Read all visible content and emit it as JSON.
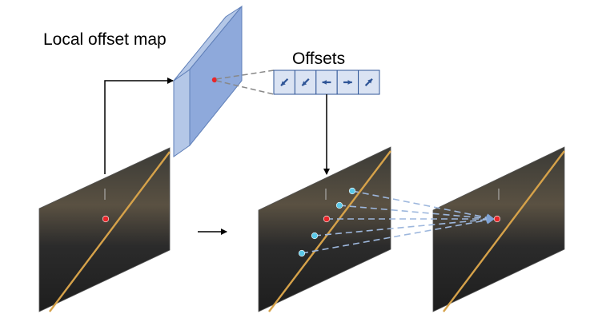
{
  "labels": {
    "offset_map_title": "Local offset map",
    "offsets_title": "Offsets"
  },
  "offsets": {
    "count": 5,
    "arrow_directions": [
      "down-left",
      "down-left",
      "left",
      "right",
      "up-right"
    ]
  },
  "colors": {
    "map_face": "#8EA9DB",
    "map_side": "#B4C7E7",
    "map_edge": "#5F7FB8",
    "cell_fill": "#DAE3F3",
    "cell_stroke": "#2F5597",
    "arrow_blue": "#2F5597",
    "red_point": "#E8262A",
    "cyan_point": "#5BC8E8",
    "dashed_line": "#9DB7DD",
    "road_dark": "#2a2a2a",
    "lane_yellow": "#D6A24A"
  }
}
